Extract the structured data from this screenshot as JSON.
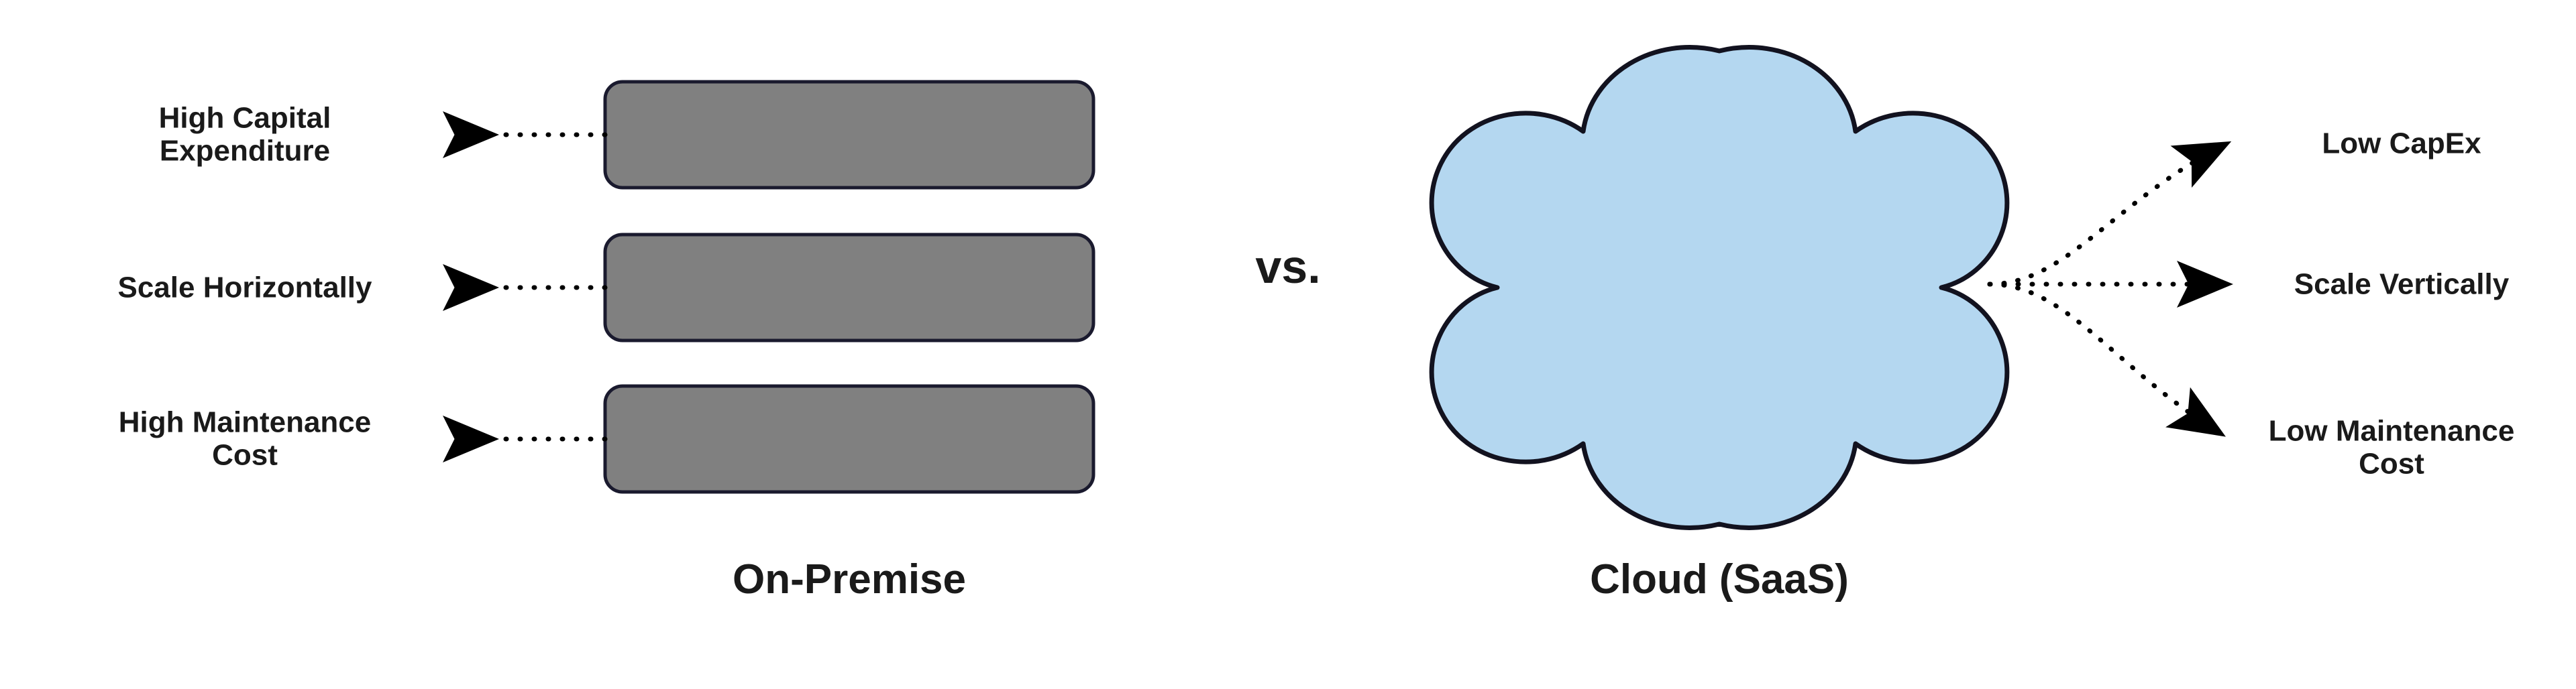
{
  "diagram": {
    "title_left": "On-Premise",
    "title_right": "Cloud (SaaS)",
    "comparator": "vs.",
    "colors": {
      "server_fill": "#808080",
      "server_stroke": "#1a1a2e",
      "cloud_fill": "#b4d7f0",
      "cloud_stroke": "#12121f",
      "text": "#1a1a1a",
      "arrow": "#000000",
      "background": "#ffffff"
    },
    "on_premise": {
      "caption": "On-Premise",
      "node_count": 3,
      "node_shape": "rounded-rectangle",
      "features": [
        {
          "label": "High Capital\nExpenditure",
          "arrow": "dotted-left",
          "row": 1
        },
        {
          "label": "Scale Horizontally",
          "arrow": "dotted-left",
          "row": 2
        },
        {
          "label": "High Maintenance\nCost",
          "arrow": "dotted-left",
          "row": 3
        }
      ]
    },
    "cloud": {
      "caption": "Cloud (SaaS)",
      "node_shape": "cloud",
      "features": [
        {
          "label": "Low CapEx",
          "arrow": "dotted-curve-up-right",
          "row": 1
        },
        {
          "label": "Scale Vertically",
          "arrow": "dotted-straight-right",
          "row": 2
        },
        {
          "label": "Low Maintenance\nCost",
          "arrow": "dotted-curve-down-right",
          "row": 3
        }
      ]
    }
  }
}
